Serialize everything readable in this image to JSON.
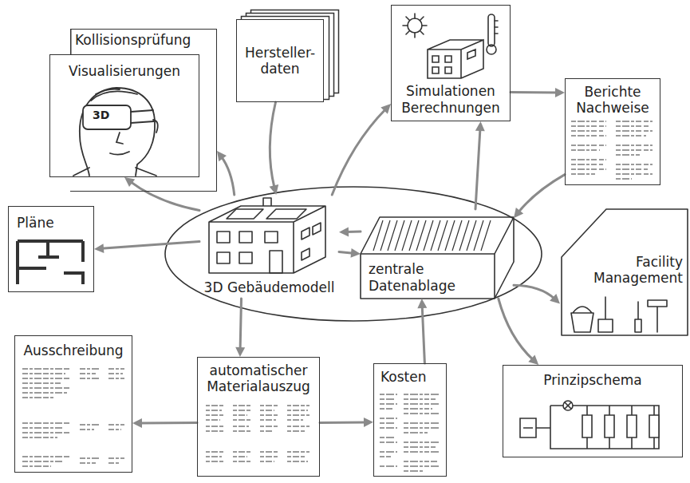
{
  "diagram": {
    "nodes": [
      {
        "text": [
          "Kollisionsprüfung"
        ]
      },
      {
        "text": [
          "Visualisierungen"
        ]
      },
      {
        "text": [
          "Hersteller- daten"
        ]
      },
      {
        "text": [
          "Simulationen Berechnungen"
        ]
      },
      {
        "text": [
          "Berichte Nachweise"
        ]
      },
      {
        "text": [
          "Pläne"
        ]
      },
      {
        "text": [
          "3D Gebäudemodell"
        ]
      },
      {
        "text": [
          "zentrale Datenablage"
        ]
      },
      {
        "text": [
          "Facility Management"
        ]
      },
      {
        "text": [
          "Ausschreibung"
        ]
      },
      {
        "text": [
          "automatischer Materialauszug"
        ]
      },
      {
        "text": [
          "Kosten"
        ]
      },
      {
        "text": [
          "Prinzipschema"
        ]
      }
    ],
    "edges": [
      {
        "from": 6,
        "to": 0,
        "arrow": "to"
      },
      {
        "from": 6,
        "to": 1,
        "arrow": "to"
      },
      {
        "from": 2,
        "to": 6,
        "arrow": "to"
      },
      {
        "from": 6,
        "to": 3,
        "arrow": "to"
      },
      {
        "from": 7,
        "to": 3,
        "arrow": "to"
      },
      {
        "from": 3,
        "to": 4,
        "arrow": "to"
      },
      {
        "from": 4,
        "to": 7,
        "arrow": "to"
      },
      {
        "from": 6,
        "to": 5,
        "arrow": "to"
      },
      {
        "from": 7,
        "to": 6,
        "arrow": "to"
      },
      {
        "from": 6,
        "to": 7,
        "arrow": "to"
      },
      {
        "from": 7,
        "to": 8,
        "arrow": "to"
      },
      {
        "from": 7,
        "to": 12,
        "arrow": "to"
      },
      {
        "from": 6,
        "to": 10,
        "arrow": "to"
      },
      {
        "from": 10,
        "to": 9,
        "arrow": "to"
      },
      {
        "from": 10,
        "to": 11,
        "arrow": "to"
      },
      {
        "from": 11,
        "to": 7,
        "arrow": "to"
      }
    ],
    "labels": [
      "3D"
    ]
  }
}
